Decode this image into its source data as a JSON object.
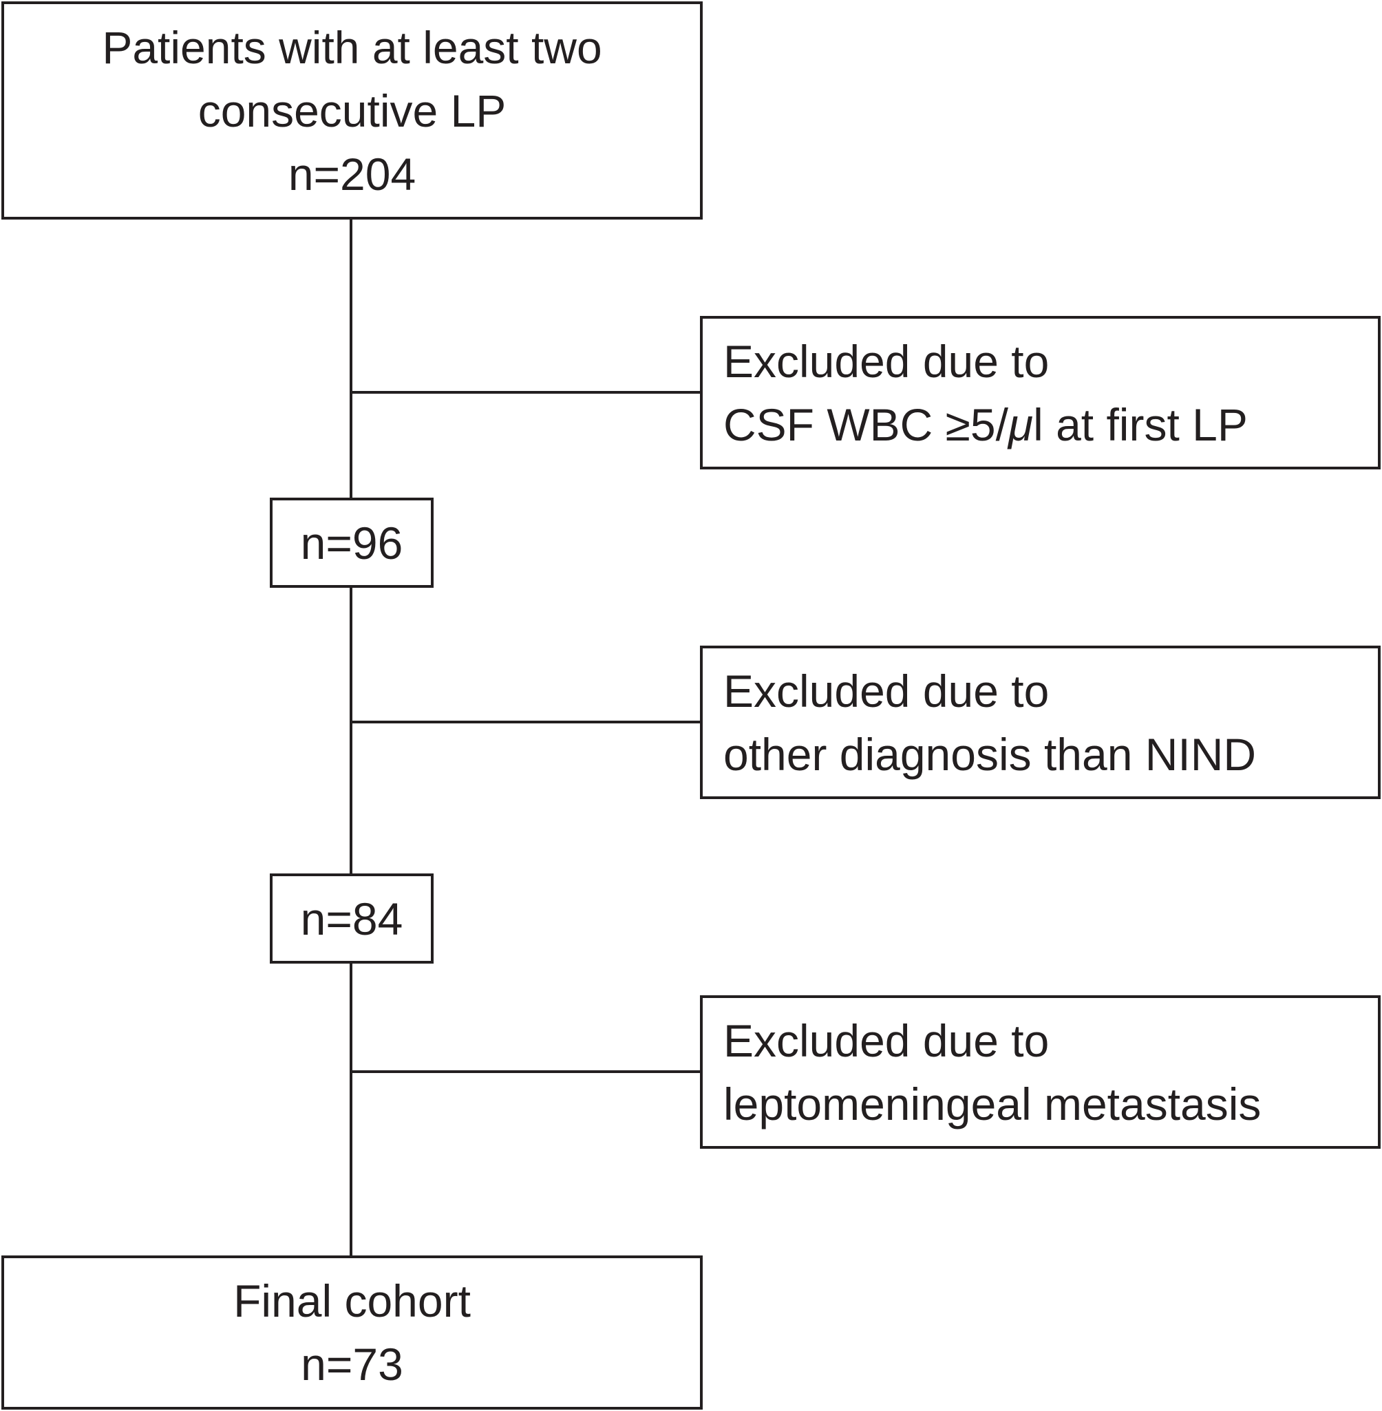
{
  "flowchart": {
    "start": {
      "lines": [
        "Patients with at least two",
        "consecutive LP",
        "n=204"
      ]
    },
    "exclusions": [
      {
        "line1": "Excluded due to",
        "line2_pre": "CSF WBC ≥5/",
        "line2_mu": "μ",
        "line2_post": "l at first LP"
      },
      {
        "line1": "Excluded due to",
        "line2": "other diagnosis than NIND"
      },
      {
        "line1": "Excluded due to",
        "line2": "leptomeningeal metastasis"
      }
    ],
    "intermediate": [
      {
        "count": "n=96"
      },
      {
        "count": "n=84"
      }
    ],
    "final": {
      "lines": [
        "Final cohort",
        "n=73"
      ]
    }
  }
}
